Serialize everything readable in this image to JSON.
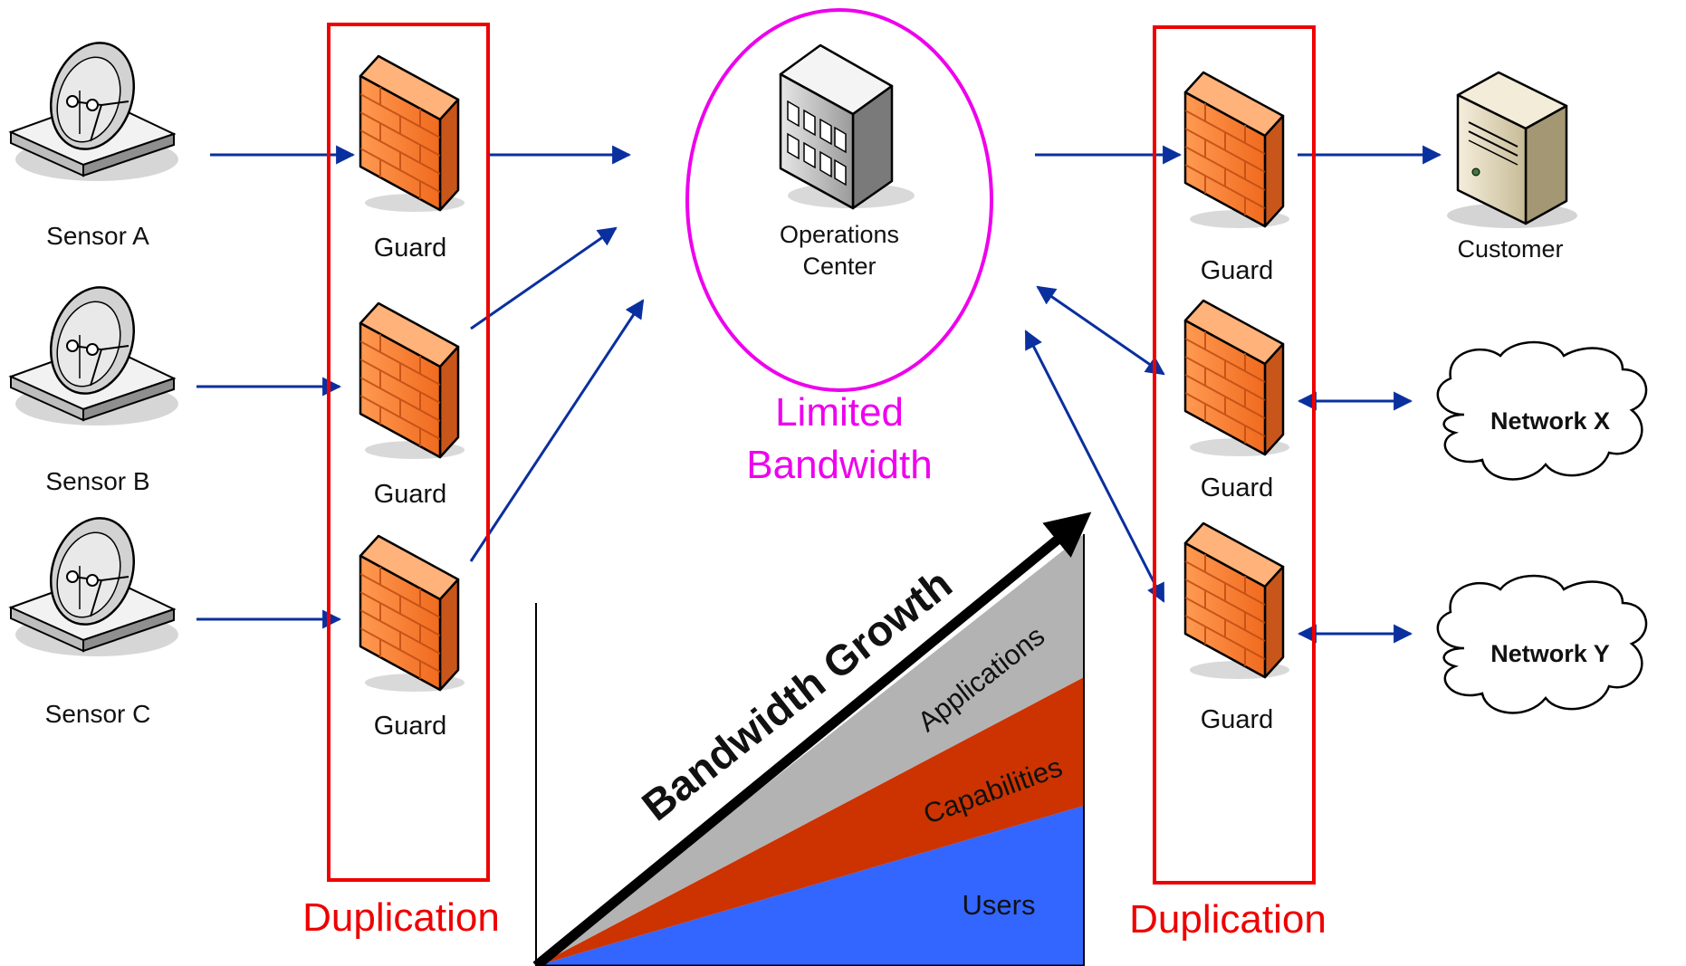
{
  "sensors": [
    {
      "label": "Sensor A"
    },
    {
      "label": "Sensor B"
    },
    {
      "label": "Sensor C"
    }
  ],
  "left_guards": [
    {
      "label": "Guard"
    },
    {
      "label": "Guard"
    },
    {
      "label": "Guard"
    }
  ],
  "right_guards": [
    {
      "label": "Guard"
    },
    {
      "label": "Guard"
    },
    {
      "label": "Guard"
    }
  ],
  "operations_center": {
    "line1": "Operations",
    "line2": "Center"
  },
  "limited_bandwidth": {
    "line1": "Limited",
    "line2": "Bandwidth"
  },
  "duplication_left": "Duplication",
  "duplication_right": "Duplication",
  "customer": {
    "label": "Customer"
  },
  "networks": [
    {
      "label": "Network X"
    },
    {
      "label": "Network Y"
    }
  ],
  "growth_chart": {
    "title": "Bandwidth Growth",
    "layers": [
      "Applications",
      "Capabilities",
      "Users"
    ]
  },
  "colors": {
    "arrow": "#0a2f9e",
    "duplication": "#ee0000",
    "limited_bandwidth": "#ee00ee",
    "firewall": "#f07a30",
    "applications": "#b3b3b3",
    "capabilities": "#cc3300",
    "users": "#3366ff"
  },
  "icons": {
    "sensor": "satellite-dish-icon",
    "guard": "firewall-icon",
    "operations_center": "building-icon",
    "customer": "server-icon",
    "network": "cloud-icon"
  }
}
